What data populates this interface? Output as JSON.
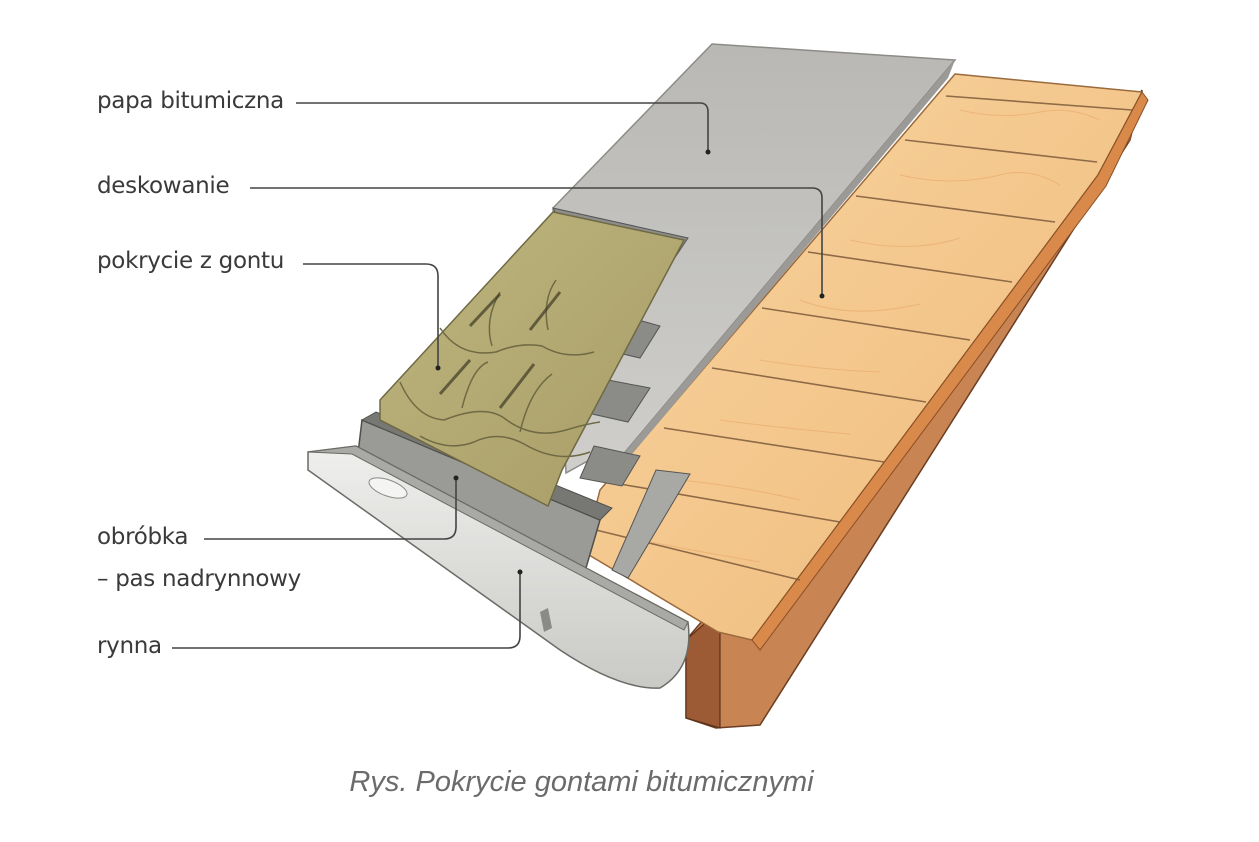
{
  "labels": {
    "papa": "papa bitumiczna",
    "deskowanie": "deskowanie",
    "pokrycie": "pokrycie z gontu",
    "obrobka_1": "obróbka",
    "obrobka_2": "– pas nadrynnowy",
    "rynna": "rynna"
  },
  "caption": "Rys. Pokrycie gontami bitumicznymi",
  "colors": {
    "wood": "#f4c98d",
    "wood_dark": "#cf7a40",
    "felt": "#bdbcb8",
    "shingle": "#b6ad74",
    "metal": "#8a8a86",
    "gutter": "#d9d9d6",
    "ink": "#3a3a3a",
    "caption": "#6b6b6b"
  }
}
